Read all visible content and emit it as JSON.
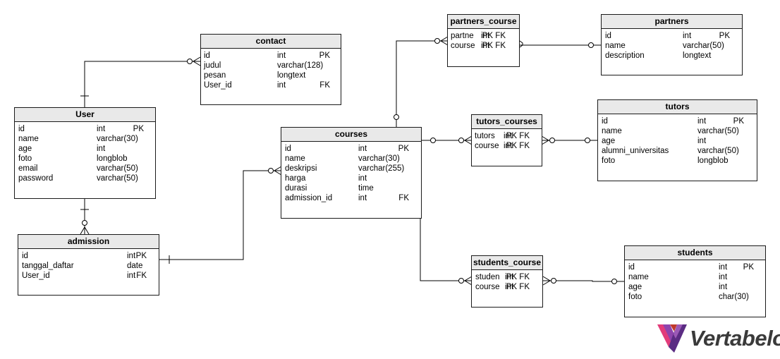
{
  "brand": {
    "name": "Vertabelo"
  },
  "tables": [
    {
      "id": "contact",
      "title": "contact",
      "columns": [
        {
          "name": "id",
          "type": "int",
          "key": "PK"
        },
        {
          "name": "judul",
          "type": "varchar(128)",
          "key": ""
        },
        {
          "name": "pesan",
          "type": "longtext",
          "key": ""
        },
        {
          "name": "User_id",
          "type": "int",
          "key": "FK"
        }
      ]
    },
    {
      "id": "user",
      "title": "User",
      "columns": [
        {
          "name": "id",
          "type": "int",
          "key": "PK"
        },
        {
          "name": "name",
          "type": "varchar(30)",
          "key": ""
        },
        {
          "name": "age",
          "type": "int",
          "key": ""
        },
        {
          "name": "foto",
          "type": "longblob",
          "key": ""
        },
        {
          "name": "email",
          "type": "varchar(50)",
          "key": ""
        },
        {
          "name": "password",
          "type": "varchar(50)",
          "key": ""
        }
      ]
    },
    {
      "id": "admission",
      "title": "admission",
      "columns": [
        {
          "name": "id",
          "type": "int",
          "key": "PK"
        },
        {
          "name": "tanggal_daftar",
          "type": "date",
          "key": ""
        },
        {
          "name": "User_id",
          "type": "int",
          "key": "FK"
        }
      ]
    },
    {
      "id": "courses",
      "title": "courses",
      "columns": [
        {
          "name": "id",
          "type": "int",
          "key": "PK"
        },
        {
          "name": "name",
          "type": "varchar(30)",
          "key": ""
        },
        {
          "name": "deskripsi",
          "type": "varchar(255)",
          "key": ""
        },
        {
          "name": "harga",
          "type": "int",
          "key": ""
        },
        {
          "name": "durasi",
          "type": "time",
          "key": ""
        },
        {
          "name": "admission_id",
          "type": "int",
          "key": "FK"
        }
      ]
    },
    {
      "id": "partners_course",
      "title": "partners_course",
      "columns": [
        {
          "name": "partne",
          "type": "int",
          "key": "PK FK"
        },
        {
          "name": "course",
          "type": "int",
          "key": "PK FK"
        }
      ]
    },
    {
      "id": "partners",
      "title": "partners",
      "columns": [
        {
          "name": "id",
          "type": "int",
          "key": "PK"
        },
        {
          "name": "name",
          "type": "varchar(50)",
          "key": ""
        },
        {
          "name": "description",
          "type": "longtext",
          "key": ""
        }
      ]
    },
    {
      "id": "tutors_courses",
      "title": "tutors_courses",
      "columns": [
        {
          "name": "tutors",
          "type": "int",
          "key": "PK FK"
        },
        {
          "name": "course",
          "type": "int",
          "key": "PK FK"
        }
      ]
    },
    {
      "id": "tutors",
      "title": "tutors",
      "columns": [
        {
          "name": "id",
          "type": "int",
          "key": "PK"
        },
        {
          "name": "name",
          "type": "varchar(50)",
          "key": ""
        },
        {
          "name": "age",
          "type": "int",
          "key": ""
        },
        {
          "name": "alumni_universitas",
          "type": "varchar(50)",
          "key": ""
        },
        {
          "name": "foto",
          "type": "longblob",
          "key": ""
        }
      ]
    },
    {
      "id": "students_course",
      "title": "students_course",
      "columns": [
        {
          "name": "studen",
          "type": "int",
          "key": "PK FK"
        },
        {
          "name": "course",
          "type": "int",
          "key": "PK FK"
        }
      ]
    },
    {
      "id": "students",
      "title": "students",
      "columns": [
        {
          "name": "id",
          "type": "int",
          "key": "PK"
        },
        {
          "name": "name",
          "type": "int",
          "key": ""
        },
        {
          "name": "age",
          "type": "int",
          "key": ""
        },
        {
          "name": "foto",
          "type": "char(30)",
          "key": ""
        }
      ]
    }
  ]
}
